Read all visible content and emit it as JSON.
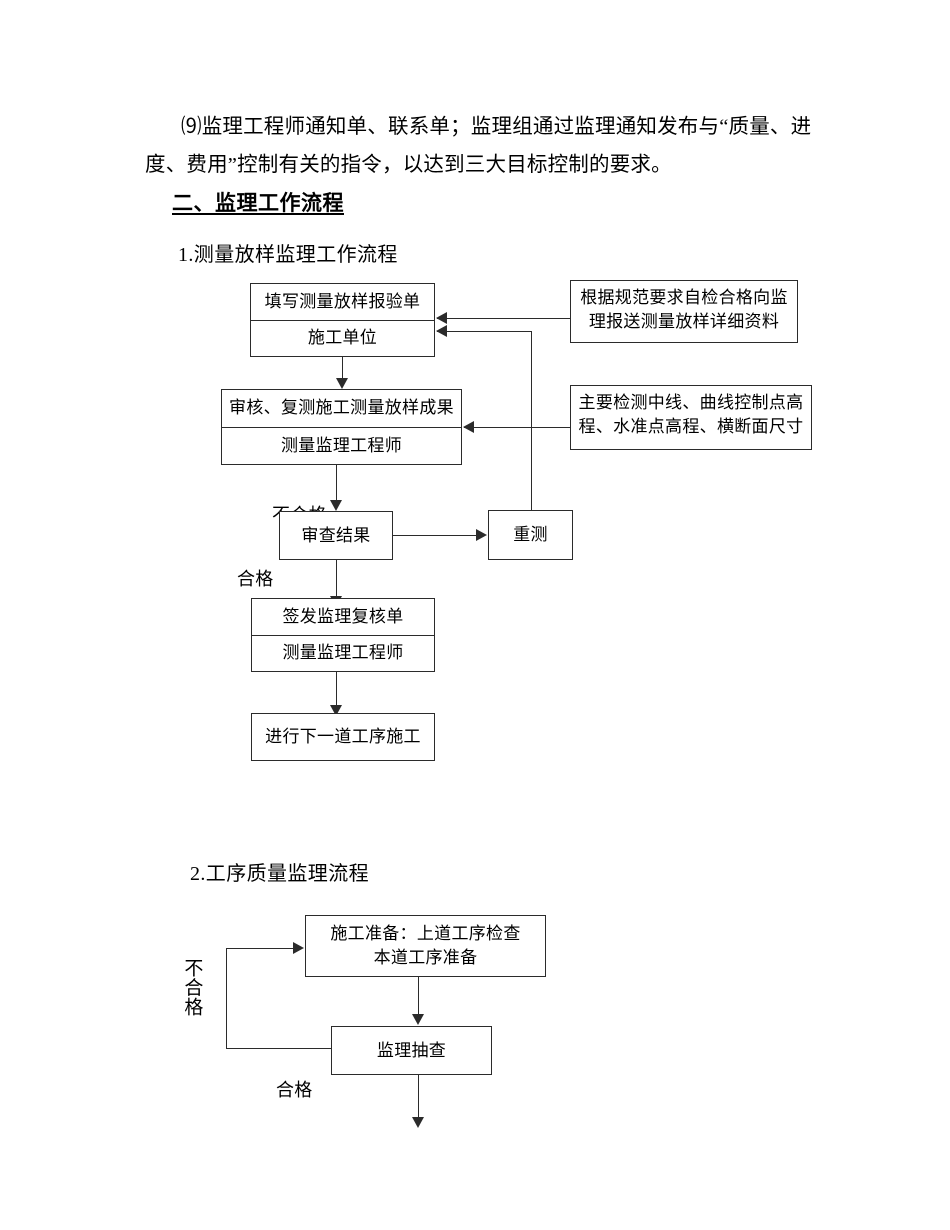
{
  "document": {
    "body_paragraph": "⑼监理工程师通知单、联系单；监理组通过监理通知发布与“质量、进度、费用”控制有关的指令，以达到三大目标控制的要求。",
    "section_heading": "二、监理工作流程",
    "subheading_1": "1.测量放样监理工作流程",
    "subheading_2": "2.工序质量监理流程"
  },
  "flowchart_1": {
    "title": "1.测量放样监理工作流程",
    "boxes": {
      "box1_top": "填写测量放样报验单",
      "box1_bottom": "施工单位",
      "box1_side": "根据规范要求自检合格向监\n理报送测量放样详细资料",
      "box2_top": "审核、复测施工测量放样成果",
      "box2_bottom": "测量监理工程师",
      "box2_side": "主要检测中线、曲线控制点高\n程、水准点高程、横断面尺寸",
      "box3": "审查结果",
      "box3_side": "重测",
      "box4_top": "签发监理复核单",
      "box4_bottom": "测量监理工程师",
      "box5": "进行下一道工序施工"
    },
    "labels": {
      "fail": "不合格",
      "pass": "合格"
    }
  },
  "flowchart_2": {
    "title": "2.工序质量监理流程",
    "boxes": {
      "box1": "施工准备：上道工序检查\n本道工序准备",
      "box2": "监理抽查"
    },
    "labels": {
      "fail": "不合格",
      "pass": "合格"
    }
  },
  "colors": {
    "ink": "#000000",
    "line": "#2b2b2b",
    "page": "#ffffff"
  }
}
